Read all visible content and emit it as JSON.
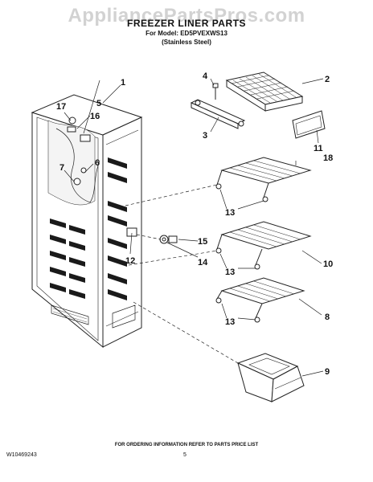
{
  "watermark": "AppliancePartsPros.com",
  "header": {
    "title": "FREEZER LINER PARTS",
    "model_line": "For Model: ED5PVEXWS13",
    "finish_line": "(Stainless Steel)"
  },
  "callouts": {
    "c1": "1",
    "c2": "2",
    "c3": "3",
    "c4": "4",
    "c5": "5",
    "c6": "6",
    "c7": "7",
    "c8": "8",
    "c9": "9",
    "c10": "10",
    "c11": "11",
    "c12": "12",
    "c13a": "13",
    "c13b": "13",
    "c13c": "13",
    "c14": "14",
    "c15": "15",
    "c16": "16",
    "c17": "17",
    "c18": "18"
  },
  "footer": {
    "note": "FOR ORDERING INFORMATION REFER TO PARTS PRICE LIST",
    "doc_number": "W10469243",
    "page_number": "5"
  }
}
